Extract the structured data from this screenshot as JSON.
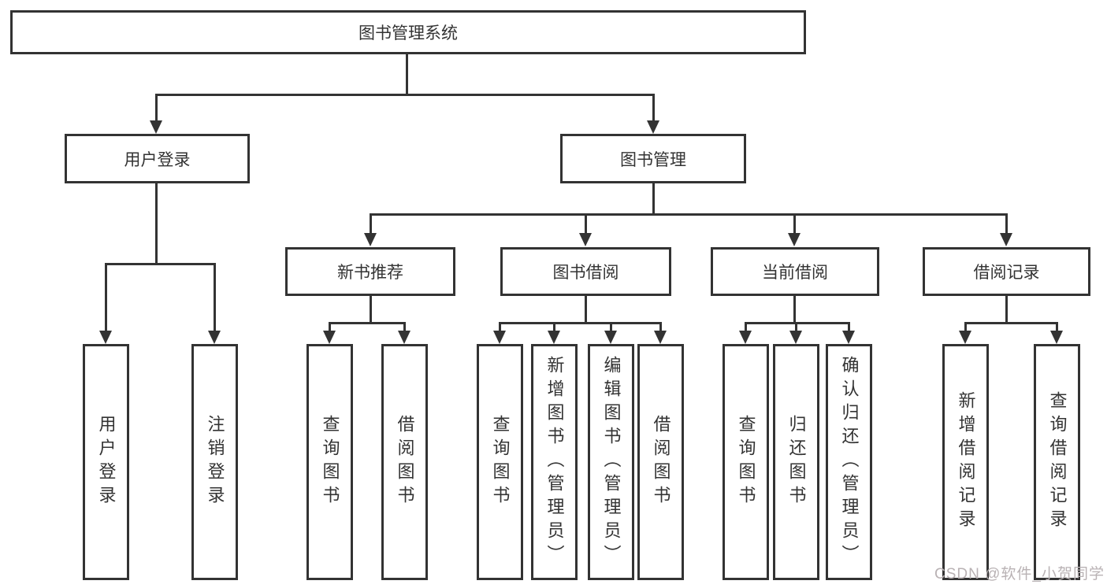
{
  "diagram": {
    "root": {
      "label": "图书管理系统"
    },
    "level2": [
      {
        "label": "用户登录",
        "children": [
          {
            "label": "用户登录"
          },
          {
            "label": "注销登录"
          }
        ]
      },
      {
        "label": "图书管理",
        "children": [
          {
            "label": "新书推荐",
            "children": [
              {
                "label": "查询图书"
              },
              {
                "label": "借阅图书"
              }
            ]
          },
          {
            "label": "图书借阅",
            "children": [
              {
                "label": "查询图书"
              },
              {
                "label": "新增图书（管理员）"
              },
              {
                "label": "编辑图书（管理员）"
              },
              {
                "label": "借阅图书"
              }
            ]
          },
          {
            "label": "当前借阅",
            "children": [
              {
                "label": "查询图书"
              },
              {
                "label": "归还图书"
              },
              {
                "label": "确认归还（管理员）"
              }
            ]
          },
          {
            "label": "借阅记录",
            "children": [
              {
                "label": "新增借阅记录"
              },
              {
                "label": "查询借阅记录"
              }
            ]
          }
        ]
      }
    ]
  },
  "watermark": {
    "text": "CSDN @软件_小贺同学"
  },
  "colors": {
    "line": "#333333",
    "text": "#333333",
    "box_fill": "#ffffff",
    "watermark": "#b9b2b4",
    "background": "#ffffff"
  }
}
